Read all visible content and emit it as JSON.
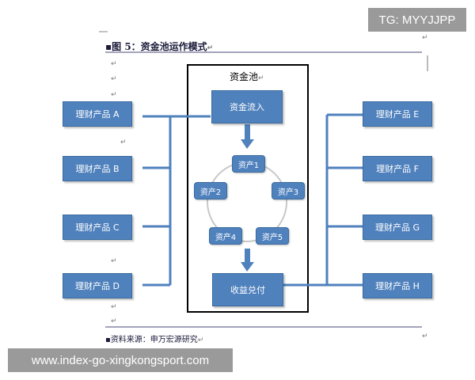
{
  "watermarks": {
    "top": "TG: MYYJJPP",
    "bottom": "www.index-go-xingkongsport.com"
  },
  "figure_title": "图 5：资金池运作模式",
  "source_note": "资料来源：申万宏源研究",
  "paragraph_mark": "↵",
  "pool": {
    "title": "资金池",
    "inflow": "资金流入",
    "payout": "收益兑付",
    "assets": [
      "资产1",
      "资产2",
      "资产3",
      "资产4",
      "资产5"
    ]
  },
  "products_left": [
    "理财产品 A",
    "理财产品 B",
    "理财产品 C",
    "理财产品 D"
  ],
  "products_right": [
    "理财产品 E",
    "理财产品 F",
    "理财产品 G",
    "理财产品 H"
  ],
  "colors": {
    "box_fill": "#4f81bd",
    "connector": "#4f81bd",
    "pool_border": "#000000"
  }
}
